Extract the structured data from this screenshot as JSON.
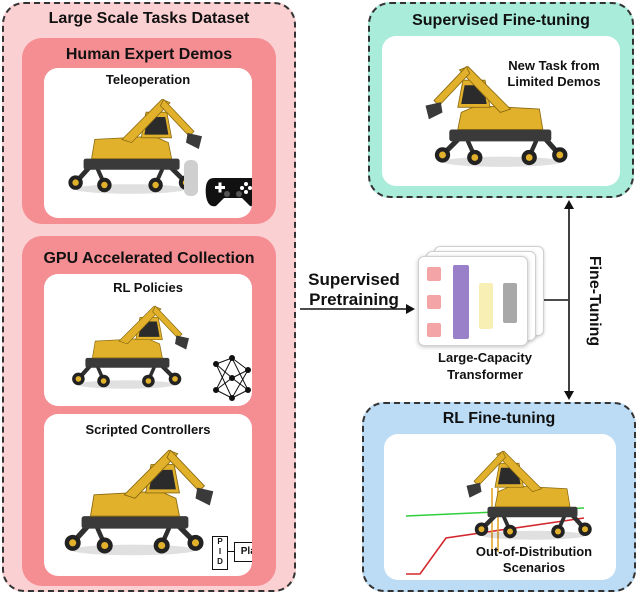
{
  "dataset": {
    "title": "Large Scale Tasks Dataset",
    "human_demos": {
      "title": "Human Expert Demos",
      "teleop_label": "Teleoperation"
    },
    "gpu": {
      "title": "GPU Accelerated Collection",
      "rl_label": "RL Policies",
      "scripted_label": "Scripted Controllers",
      "pid_letters": [
        "P",
        "I",
        "D"
      ],
      "plant_label": "Plant"
    }
  },
  "pretrain": {
    "line1": "Supervised",
    "line2": "Pretraining"
  },
  "transformer": {
    "line1": "Large-Capacity",
    "line2": "Transformer"
  },
  "finetune_arrow_label": "Fine-Tuning",
  "sft": {
    "title": "Supervised Fine-tuning",
    "line1": "New Task from",
    "line2": "Limited Demos"
  },
  "rlft": {
    "title": "RL Fine-tuning",
    "line1": "Out-of-Distribution",
    "line2": "Scenarios"
  },
  "colors": {
    "dataset_bg": "#fbd0d2",
    "sub_bg": "#f58e93",
    "sft_bg": "#a9ecd9",
    "rl_bg": "#bcdcf6",
    "machine_yellow": "#e2b12c",
    "transformer_pink": "#f2a4a6",
    "transformer_purple": "#9a7fc9",
    "transformer_yellow": "#f7efb4",
    "transformer_gray": "#a8a8a8"
  }
}
